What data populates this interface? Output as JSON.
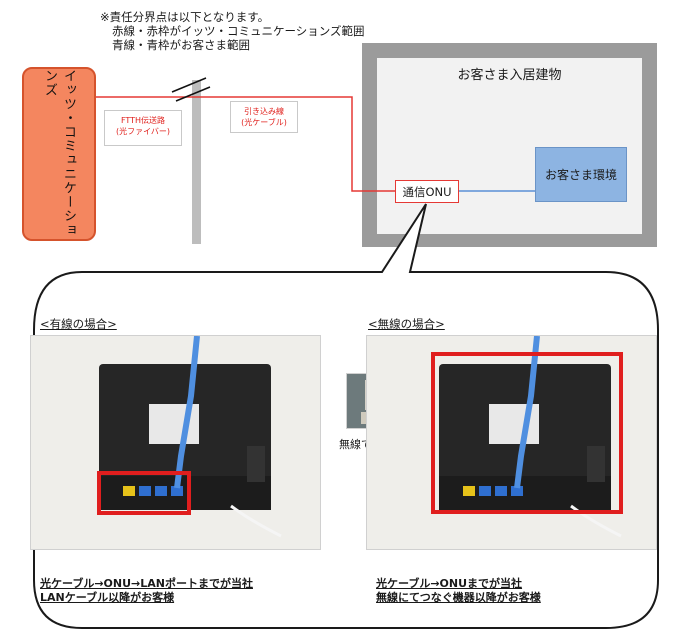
{
  "note": {
    "line1": "※責任分界点は以下となります。",
    "line2": "赤線・赤枠がイッツ・コミュニケーションズ範囲",
    "line3": "青線・青枠がお客さま範囲"
  },
  "provider": {
    "name": "イッツ・コミュニケーションズ"
  },
  "labels": {
    "ftth_line1": "FTTH伝送路",
    "ftth_line2": "(光ファイバー)",
    "drop_line1": "引き込み線",
    "drop_line2": "(光ケーブル)"
  },
  "house": {
    "title": "お客さま入居建物",
    "onu": "通信ONU",
    "customer_env": "お客さま環境"
  },
  "wired": {
    "title": "<有線の場合>",
    "caption1": "光ケーブル→ONU→LANポートまでが当社",
    "caption2": "LANケーブル以降がお客様"
  },
  "wireless": {
    "title": "<無線の場合>",
    "device_label": "無線でつなぐ機器",
    "caption1": "光ケーブル→ONUまでが当社",
    "caption2": "無線にてつなぐ機器以降がお客様"
  },
  "colors": {
    "provider_fill": "#f4865f",
    "red": "#e53935",
    "blue": "#5b8fd6",
    "env_fill": "#8db4e2",
    "house_wall": "#9b9b9b"
  }
}
